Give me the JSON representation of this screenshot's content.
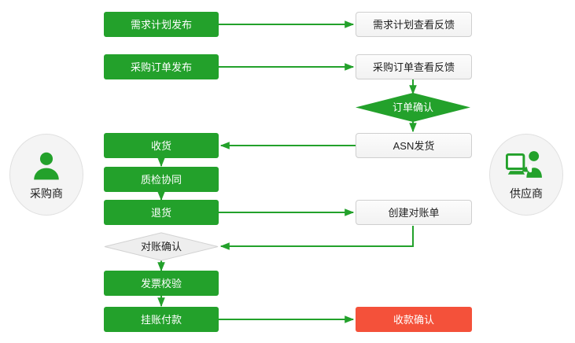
{
  "colors": {
    "green": "#23a12b",
    "red": "#f4513a",
    "gray_fill": "#f2f2f2",
    "gray_border": "#cfcfcf",
    "avatar_fill": "#f4f4f4",
    "connector": "#23a12b",
    "diamond_gray_fill": "#eeeeee",
    "text_light": "#ffffff",
    "text_dark": "#222222"
  },
  "diagram": {
    "type": "flowchart",
    "title": "",
    "actors": [
      {
        "id": "buyer",
        "label": "采购商",
        "icon": "person-icon",
        "side": "left"
      },
      {
        "id": "supplier",
        "label": "供应商",
        "icon": "person-computer-icon",
        "side": "right"
      }
    ],
    "nodes": [
      {
        "id": "demand_plan_publish",
        "label": "需求计划发布",
        "shape": "rect",
        "style": "green",
        "lane": "buyer"
      },
      {
        "id": "demand_plan_feedback",
        "label": "需求计划查看反馈",
        "shape": "rect",
        "style": "gray",
        "lane": "supplier"
      },
      {
        "id": "po_publish",
        "label": "采购订单发布",
        "shape": "rect",
        "style": "green",
        "lane": "buyer"
      },
      {
        "id": "po_feedback",
        "label": "采购订单查看反馈",
        "shape": "rect",
        "style": "gray",
        "lane": "supplier"
      },
      {
        "id": "order_confirm",
        "label": "订单确认",
        "shape": "diamond",
        "style": "green",
        "lane": "supplier"
      },
      {
        "id": "asn_shipment",
        "label": "ASN发货",
        "shape": "rect",
        "style": "gray",
        "lane": "supplier"
      },
      {
        "id": "receiving",
        "label": "收货",
        "shape": "rect",
        "style": "green",
        "lane": "buyer"
      },
      {
        "id": "quality_collab",
        "label": "质检协同",
        "shape": "rect",
        "style": "green",
        "lane": "buyer"
      },
      {
        "id": "return_goods",
        "label": "退货",
        "shape": "rect",
        "style": "green",
        "lane": "buyer"
      },
      {
        "id": "create_statement",
        "label": "创建对账单",
        "shape": "rect",
        "style": "gray",
        "lane": "supplier"
      },
      {
        "id": "statement_confirm",
        "label": "对账确认",
        "shape": "diamond",
        "style": "gray",
        "lane": "buyer"
      },
      {
        "id": "invoice_verify",
        "label": "发票校验",
        "shape": "rect",
        "style": "green",
        "lane": "buyer"
      },
      {
        "id": "payment_posting",
        "label": "挂账付款",
        "shape": "rect",
        "style": "green",
        "lane": "buyer"
      },
      {
        "id": "receipt_confirm",
        "label": "收款确认",
        "shape": "rect",
        "style": "red",
        "lane": "supplier"
      }
    ],
    "edges": [
      {
        "from": "demand_plan_publish",
        "to": "demand_plan_feedback",
        "direction": "right"
      },
      {
        "from": "po_publish",
        "to": "po_feedback",
        "direction": "right"
      },
      {
        "from": "po_feedback",
        "to": "order_confirm",
        "direction": "down"
      },
      {
        "from": "order_confirm",
        "to": "asn_shipment",
        "direction": "down"
      },
      {
        "from": "asn_shipment",
        "to": "receiving",
        "direction": "left"
      },
      {
        "from": "receiving",
        "to": "quality_collab",
        "direction": "down"
      },
      {
        "from": "quality_collab",
        "to": "return_goods",
        "direction": "down"
      },
      {
        "from": "return_goods",
        "to": "create_statement",
        "direction": "right"
      },
      {
        "from": "create_statement",
        "to": "statement_confirm",
        "direction": "down-left"
      },
      {
        "from": "statement_confirm",
        "to": "invoice_verify",
        "direction": "down"
      },
      {
        "from": "invoice_verify",
        "to": "payment_posting",
        "direction": "down"
      },
      {
        "from": "payment_posting",
        "to": "receipt_confirm",
        "direction": "right"
      }
    ]
  }
}
